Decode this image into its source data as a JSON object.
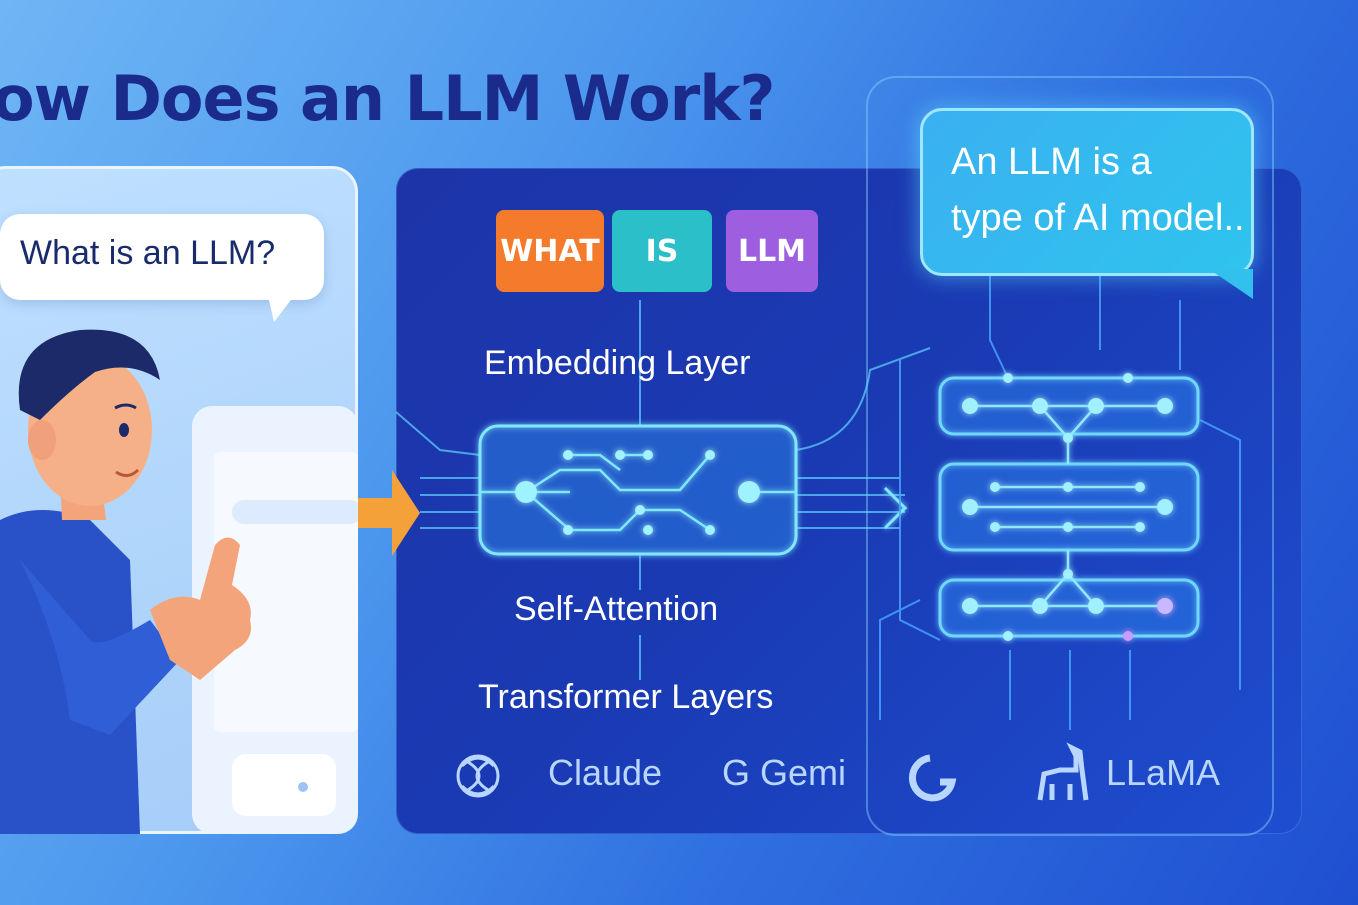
{
  "title": "ow Does an LLM Work?",
  "question": "What is an LLM?",
  "answer": {
    "line1": "An LLM is a",
    "line2": "type of AI model.."
  },
  "tokens": [
    {
      "text": "WHAT",
      "color": "#f47a2c"
    },
    {
      "text": "IS",
      "color": "#2bbfc9"
    },
    {
      "text": "LLM",
      "color": "#9d5fe0"
    }
  ],
  "layers": {
    "embedding": "Embedding Layer",
    "attention": "Self-Attention",
    "transformer": "Transformer Layers"
  },
  "brands": {
    "claude": "Claude",
    "gemini": "Gemi",
    "llama": "LLaMA"
  },
  "colors": {
    "arrow": "#f5a13a",
    "circuit": "#7fe8ff",
    "title": "#1a2b8c"
  }
}
